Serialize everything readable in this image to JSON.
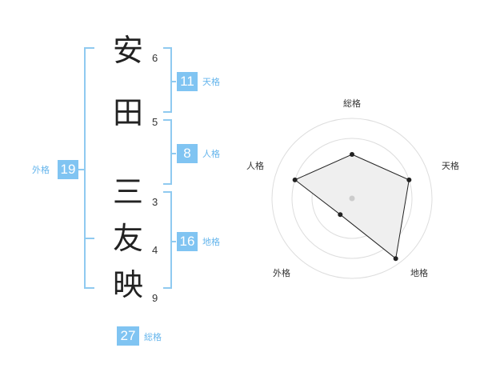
{
  "name": {
    "chars": [
      {
        "char": "安",
        "strokes": "6"
      },
      {
        "char": "田",
        "strokes": "5"
      },
      {
        "char": "三",
        "strokes": "3"
      },
      {
        "char": "友",
        "strokes": "4"
      },
      {
        "char": "映",
        "strokes": "9"
      }
    ]
  },
  "kaku": {
    "tenkaku": {
      "value": "11",
      "label": "天格"
    },
    "jinkaku": {
      "value": "8",
      "label": "人格"
    },
    "chikaku": {
      "value": "16",
      "label": "地格"
    },
    "gaikaku": {
      "value": "19",
      "label": "外格"
    },
    "soukaku": {
      "value": "27",
      "label": "総格"
    }
  },
  "colors": {
    "accent": "#80c4f2",
    "accent_text": "#65b5ec",
    "bracket": "#8fcaf0",
    "radar_fill": "#efefef",
    "ring": "#dddddd"
  },
  "chart_data": {
    "type": "radar",
    "axes": [
      "総格",
      "天格",
      "地格",
      "外格",
      "人格"
    ],
    "values": [
      0.55,
      0.75,
      0.93,
      0.25,
      0.75
    ],
    "max": 1,
    "rings": 4
  }
}
